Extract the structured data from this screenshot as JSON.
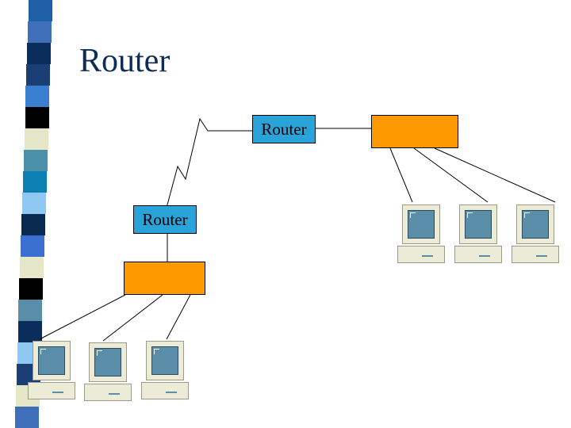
{
  "slide": {
    "title": "Router"
  },
  "diagram": {
    "router_top_label": "Router",
    "router_left_label": "Router"
  },
  "colors": {
    "title": "#0f2c55",
    "router_fill": "#2aa3d8",
    "hub_fill": "#ff9900",
    "strip": [
      "#1f5fa8",
      "#3e6fb8",
      "#0b2d5c",
      "#1b3f74",
      "#3b7fd0",
      "#000000",
      "#e6e6c8",
      "#4a90a8",
      "#0d7fb3",
      "#8fc8f0",
      "#0a2a50",
      "#3b6fd0",
      "#e6e6c8",
      "#000000",
      "#5a8ea8",
      "#0b2d5c",
      "#8fc8f0",
      "#1b3f74",
      "#e6e6c8",
      "#3e6fb8"
    ]
  },
  "icons": {
    "computer": "computer-icon"
  }
}
